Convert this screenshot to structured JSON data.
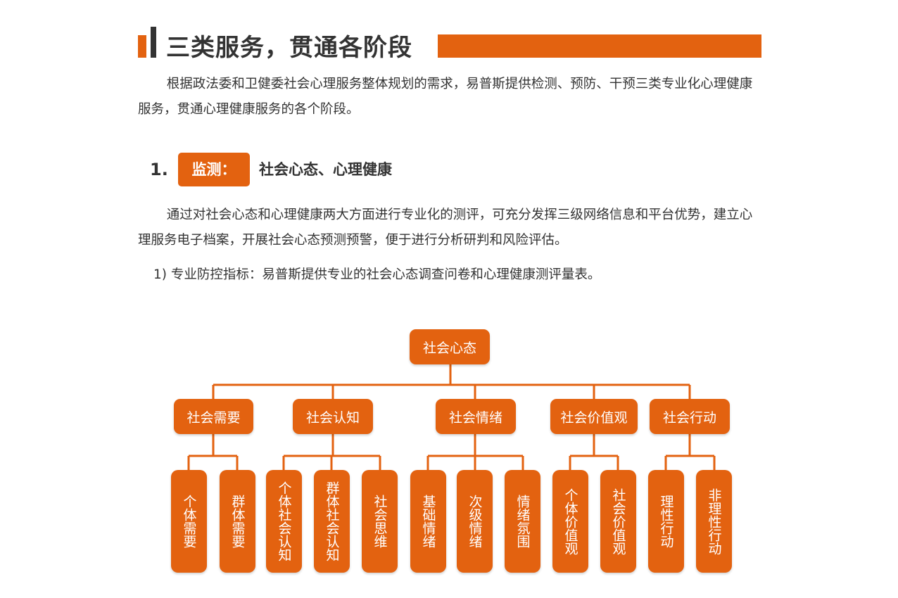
{
  "header": {
    "title": "三类服务，贯通各阶段",
    "accent_color": "#e36210"
  },
  "intro": "根据政法委和卫健委社会心理服务整体规划的需求，易普斯提供检测、预防、干预三类专业化心理健康服务，贯通心理健康服务的各个阶段。",
  "section1": {
    "number": "1.",
    "badge": "监测：",
    "subtitle": "社会心态、心理健康",
    "paragraph": "通过对社会心态和心理健康两大方面进行专业化的测评，可充分发挥三级网络信息和平台优势，建立心理服务电子档案，开展社会心态预测预警，便于进行分析研判和风险评估。",
    "item1": "1) 专业防控指标：易普斯提供专业的社会心态调查问卷和心理健康测评量表。"
  },
  "tree": {
    "root": "社会心态",
    "branches": [
      {
        "label": "社会需要",
        "leaves": [
          "个体需要",
          "群体需要"
        ]
      },
      {
        "label": "社会认知",
        "leaves": [
          "个体社会认知",
          "群体社会认知",
          "社会思维"
        ]
      },
      {
        "label": "社会情绪",
        "leaves": [
          "基础情绪",
          "次级情绪",
          "情绪氛围"
        ]
      },
      {
        "label": "社会价值观",
        "leaves": [
          "个体价值观",
          "社会价值观"
        ]
      },
      {
        "label": "社会行动",
        "leaves": [
          "理性行动",
          "非理性行动"
        ]
      }
    ]
  }
}
